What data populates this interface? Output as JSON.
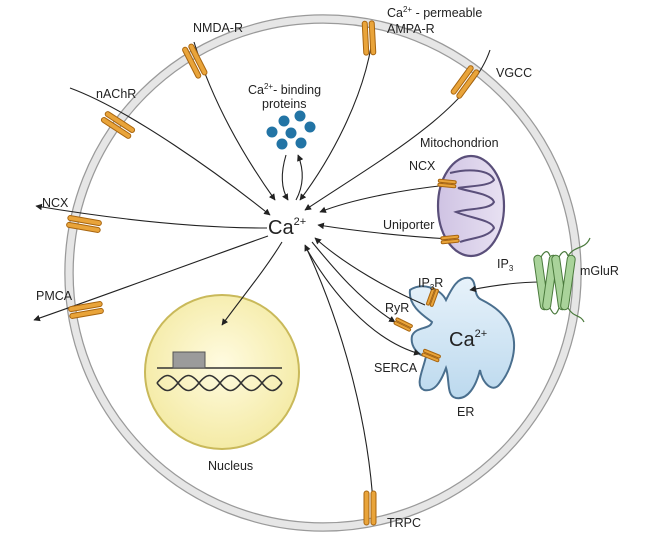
{
  "center": {
    "base": "Ca",
    "sup": "2+"
  },
  "er": {
    "base": "Ca",
    "sup": "2+",
    "label": "ER"
  },
  "channels": {
    "nmda": "NMDA-R",
    "ampa_line1_base": "Ca",
    "ampa_line1_sup": "2+",
    "ampa_line1_rest": " - permeable",
    "ampa_line2": "AMPA-R",
    "vgcc": "VGCC",
    "nachr": "nAChR",
    "ncx": "NCX",
    "pmca": "PMCA",
    "trpc": "TRPC",
    "mglur": "mGluR"
  },
  "binding": {
    "line1_base": "Ca",
    "line1_sup": "2+",
    "line1_rest": "- binding",
    "line2": "proteins"
  },
  "mito": {
    "title": "Mitochondrion",
    "ncx": "NCX",
    "uniporter": "Uniporter"
  },
  "er_channels": {
    "ip3r_base": "IP",
    "ip3r_sub": "3",
    "ip3r_rest": "R",
    "ryr": "RyR",
    "serca": "SERCA"
  },
  "ip3": {
    "base": "IP",
    "sub": "3"
  },
  "nucleus": {
    "label": "Nucleus"
  },
  "colors": {
    "membrane": "#e4e4e4",
    "membrane_stroke": "#9a9a9a",
    "channel": "#e9a43a",
    "channel_stroke": "#a8650f",
    "mito_fill": "#ddd4ec",
    "mito_stroke": "#5a4f7a",
    "er_fill": "#cfe4f3",
    "er_stroke": "#4a6f8e",
    "nucleus_fill": "#f8f1b8",
    "nucleus_stroke": "#c9b95a",
    "protein": "#2274a5",
    "receptor": "#a9d39a"
  }
}
